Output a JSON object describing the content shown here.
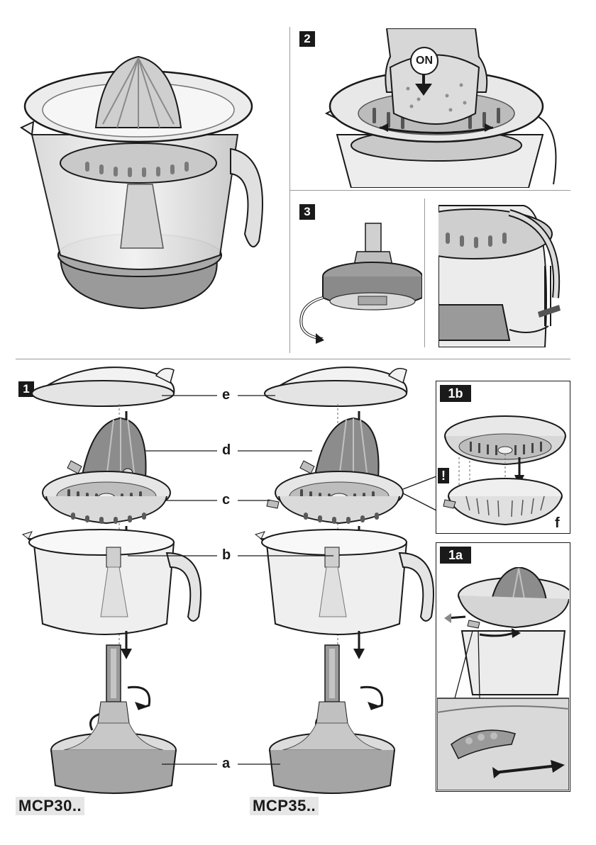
{
  "steps": {
    "step_1": "1",
    "step_1a": "1a",
    "step_1b": "1b",
    "step_2": "2",
    "step_3": "3"
  },
  "on_button_text": "ON",
  "warning_mark": "!",
  "part_labels": {
    "a": "a",
    "b": "b",
    "c": "c",
    "d": "d",
    "e": "e",
    "f": "f"
  },
  "models": {
    "left": "MCP30..",
    "right": "MCP35.."
  },
  "colors": {
    "line": "#1a1a1a",
    "part_fill": "#e9e9e9",
    "part_dark": "#8c8c8c",
    "part_mid": "#bdbdbd",
    "badge_bg": "#1a1a1a"
  }
}
